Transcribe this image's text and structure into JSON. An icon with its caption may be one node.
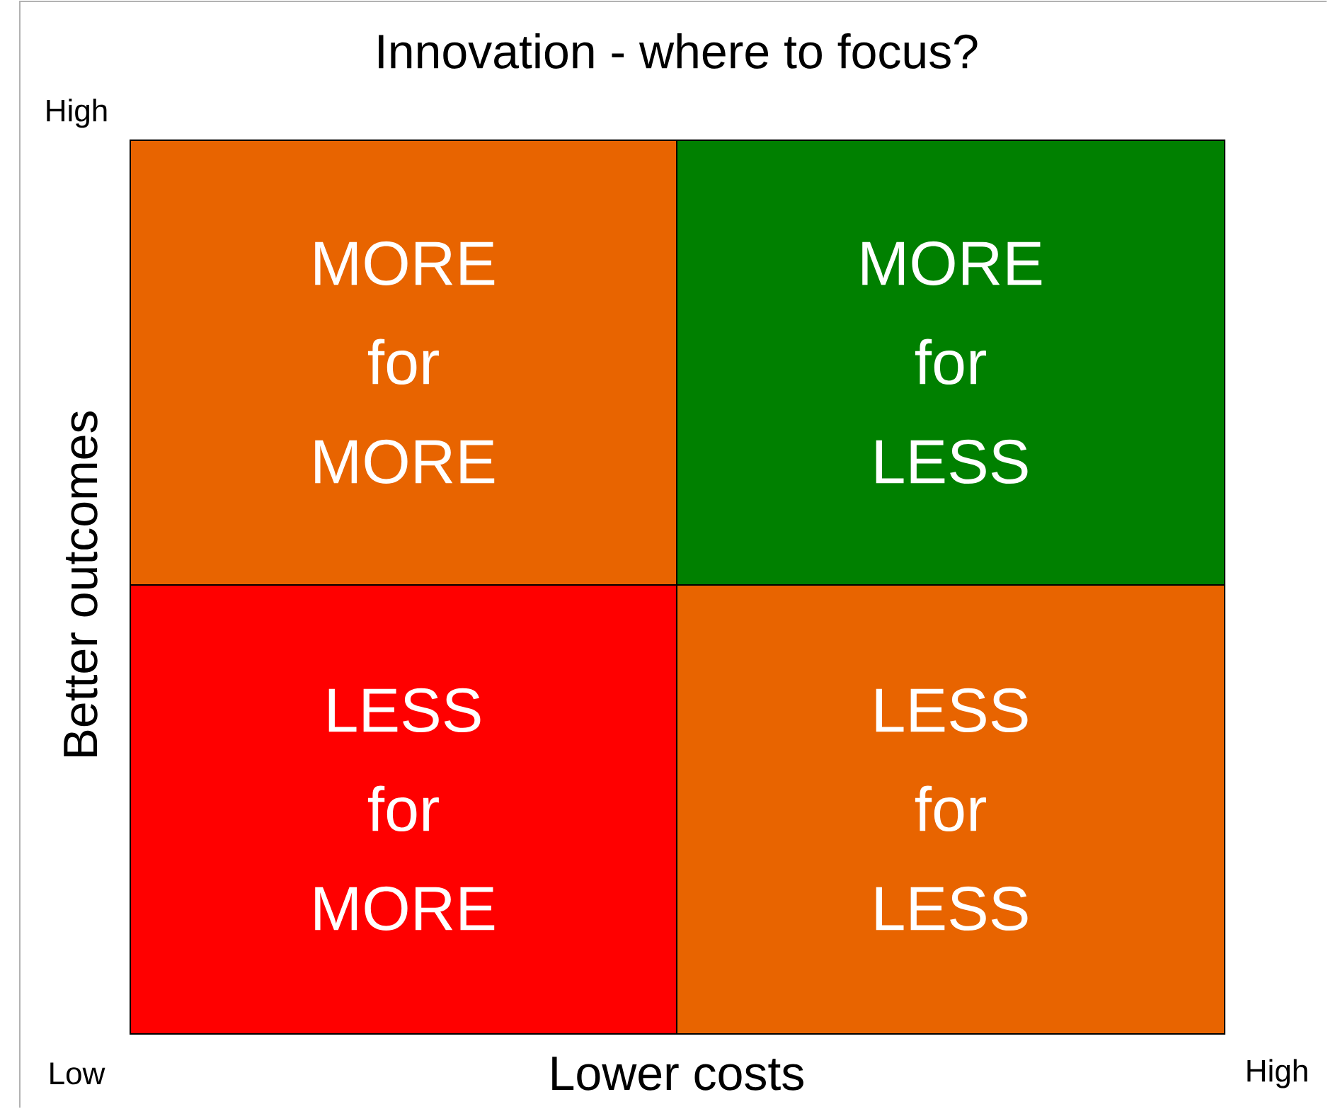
{
  "diagram": {
    "title": "Innovation - where to focus?",
    "nodes": [
      {
        "text": [
          "MORE for MORE"
        ]
      },
      {
        "text": [
          "MORE for LESS"
        ]
      },
      {
        "text": [
          "LESS for MORE"
        ]
      },
      {
        "text": [
          "LESS for LESS"
        ]
      }
    ],
    "labels": [
      "High",
      "Better outcomes",
      "Low",
      "Lower costs",
      "High"
    ]
  }
}
